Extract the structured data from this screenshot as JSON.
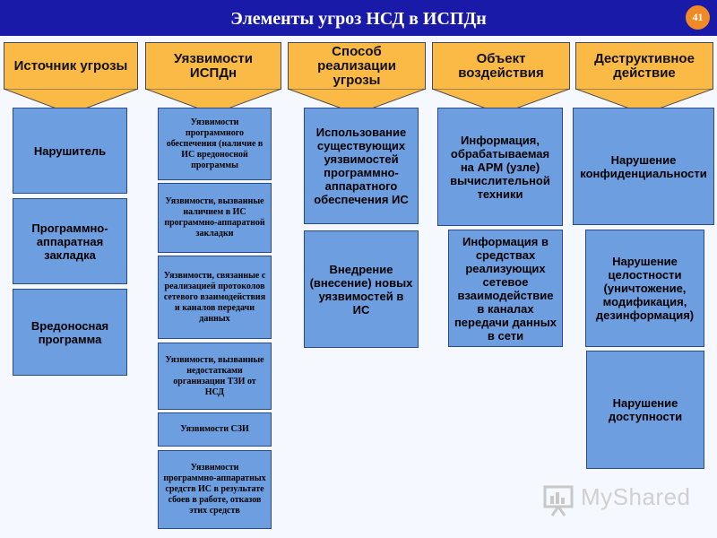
{
  "title": "Элементы угроз НСД в ИСПДн",
  "page_number": "41",
  "colors": {
    "title_bar": "#1a1aa8",
    "header": "#fbb946",
    "box": "#6d9ee0",
    "badge": "#f08a24"
  },
  "columns": [
    {
      "header": "Источник угрозы",
      "items": [
        "Нарушитель",
        "Программно-аппаратная закладка",
        "Вредоносная программа"
      ]
    },
    {
      "header": "Уязвимости ИСПДн",
      "items": [
        "Уязвимости программного обеспечения (наличие в ИС вредоносной программы",
        "Уязвимости, вызванные наличием в ИС программно-аппаратной закладки",
        "Уязвимости, связанные с реализацией протоколов сетевого взаимодействия и каналов передачи данных",
        "Уязвимости, вызванные недостатками организации ТЗИ от НСД",
        "Уязвимости СЗИ",
        "Уязвимости программно-аппаратных средств ИС в результате сбоев в работе, отказов этих средств"
      ]
    },
    {
      "header": "Способ реализации угрозы",
      "items": [
        "Использование существующих уязвимостей программно-аппаратного обеспечения ИС",
        "Внедрение (внесение) новых уязвимостей в ИС"
      ]
    },
    {
      "header": "Объект воздействия",
      "items": [
        "Информация, обрабатываемая на АРМ (узле) вычислительной техники",
        "Информация в средствах реализующих сетевое взаимодействие в каналах передачи данных в сети"
      ]
    },
    {
      "header": "Деструктивное действие",
      "items": [
        "Нарушение конфиденциальности",
        "Нарушение целостности (уничтожение, модификация, дезинформация)",
        "Нарушение доступности"
      ]
    }
  ],
  "watermark": {
    "text": "MyShared",
    "icon": "presentation-board-icon"
  }
}
